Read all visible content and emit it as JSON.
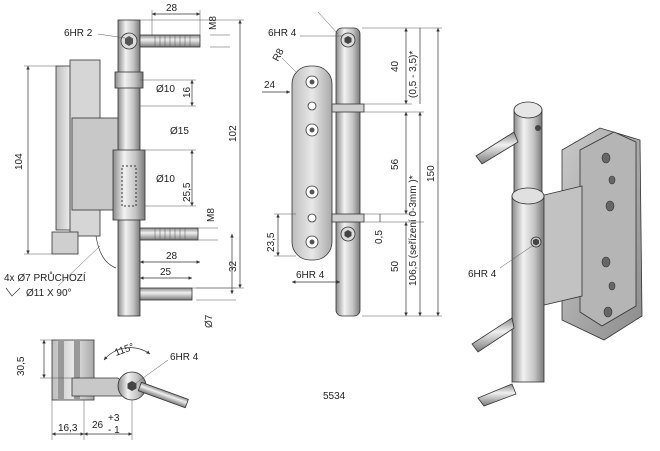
{
  "drawing": {
    "number": "5534",
    "hole_note_1": "4x Ø7 PRŮCHOZÍ",
    "hole_note_2": "Ø11 X 90°"
  },
  "front_view": {
    "hex_top": "6HR 2",
    "d28_top": "28",
    "m8_top": "M8",
    "d104": "104",
    "d10_a": "Ø10",
    "d16": "16",
    "d15": "Ø15",
    "d10_b": "Ø10",
    "d25_5": "25,5",
    "d102": "102",
    "m8_bottom": "M8",
    "d28_bottom": "28",
    "d25": "25",
    "d32": "32",
    "d7": "Ø7"
  },
  "side_view": {
    "hex_top": "6HR 4",
    "r8": "R8",
    "d24": "24",
    "d40": "40",
    "tol_top": "(0,5 - 3,5)*",
    "d56": "56",
    "d150": "150",
    "d106_5": "106,5  (seřízení 0-3mm )*",
    "d0_5": "0,5",
    "d50": "50",
    "d23_5": "23,5",
    "hex_bottom": "6HR 4"
  },
  "top_view": {
    "d30_5": "30,5",
    "angle": "115°",
    "hex": "6HR 4",
    "d16_3": "16,3",
    "d26": "26",
    "tol_plus": "+3",
    "tol_minus": "- 1"
  },
  "iso_view": {
    "hex": "6HR 4"
  }
}
